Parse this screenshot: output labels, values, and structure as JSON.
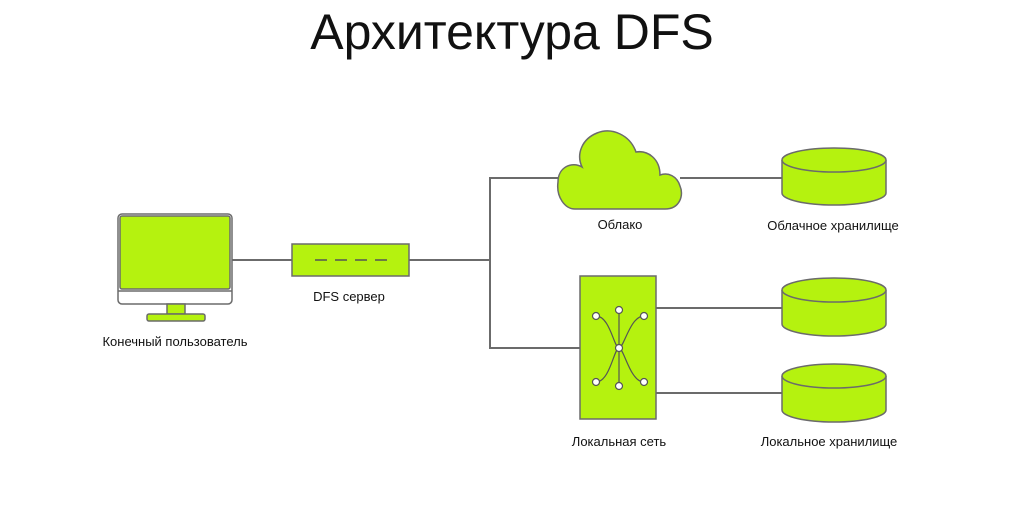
{
  "title": "Архитектура DFS",
  "nodes": {
    "end_user": "Конечный пользователь",
    "dfs_server": "DFS сервер",
    "cloud": "Облако",
    "cloud_storage": "Облачное хранилище",
    "local_network": "Локальная сеть",
    "local_storage": "Локальное хранилище"
  },
  "colors": {
    "accent": "#b5f20f",
    "line": "#6b6b6b"
  },
  "icons": [
    "monitor-icon",
    "server-icon",
    "cloud-icon",
    "database-icon",
    "network-switch-icon"
  ]
}
